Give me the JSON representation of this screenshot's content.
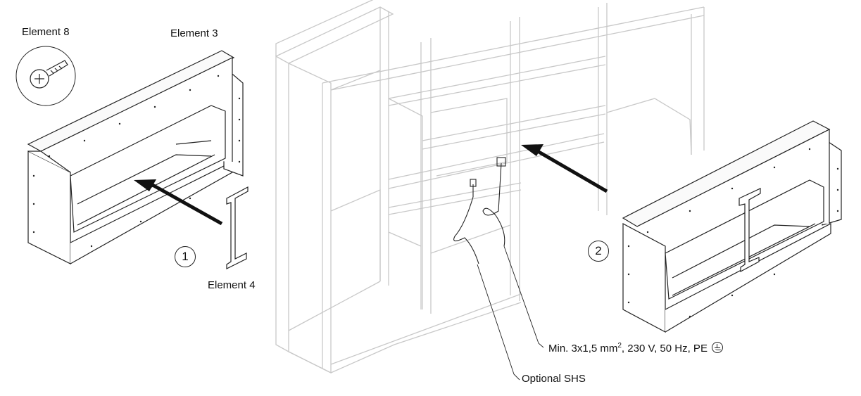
{
  "labels": {
    "element8": "Element 8",
    "element3": "Element 3",
    "element4": "Element 4",
    "step1": "1",
    "step2": "2",
    "power_prefix": "Min. 3x1,5 mm",
    "power_sup": "2",
    "power_suffix": ", 230 V, 50 Hz,  PE",
    "optional": "Optional SHS"
  },
  "icons": [
    "screw-icon",
    "earth-ground-icon",
    "insertion-arrow-icon"
  ]
}
